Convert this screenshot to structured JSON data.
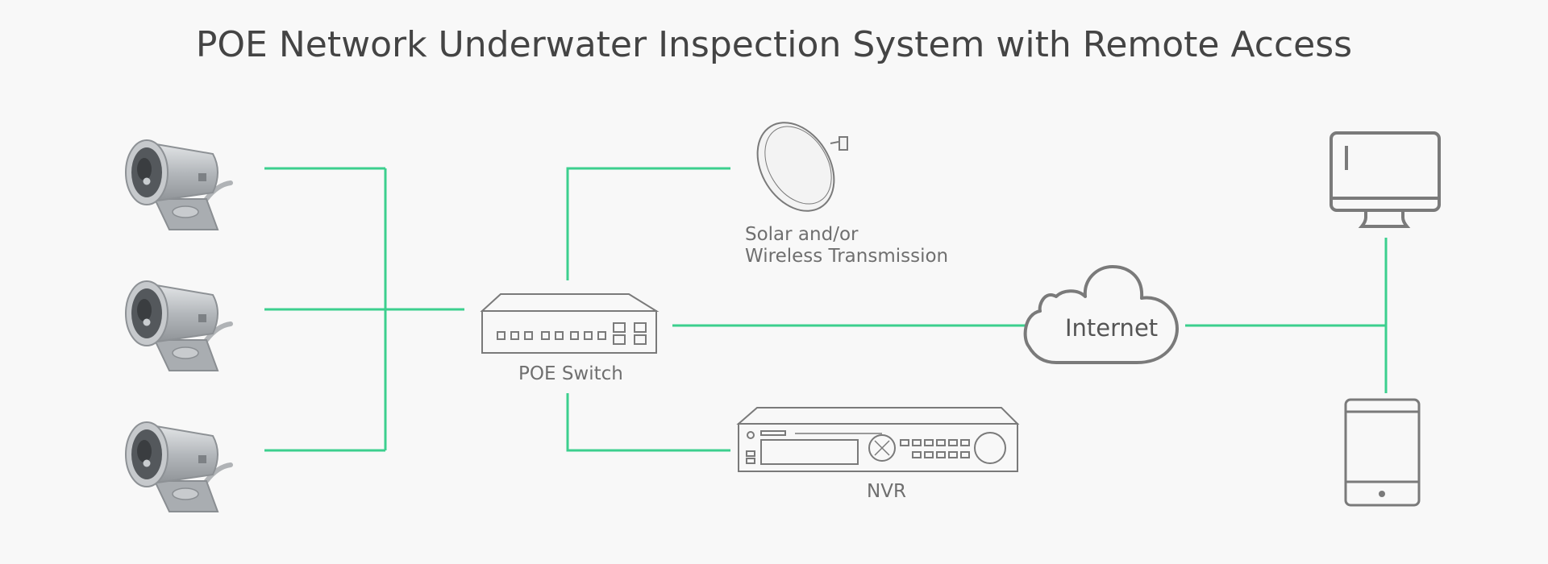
{
  "title": "POE Network Underwater Inspection System with Remote Access",
  "nodes": {
    "poe_switch": "POE Switch",
    "wireless_line1": "Solar and/or",
    "wireless_line2": "Wireless Transmission",
    "nvr": "NVR",
    "internet": "Internet"
  },
  "colors": {
    "link": "#3ccf8e",
    "device": "#7a7a7a",
    "camera_body": "#b9bcbf"
  }
}
